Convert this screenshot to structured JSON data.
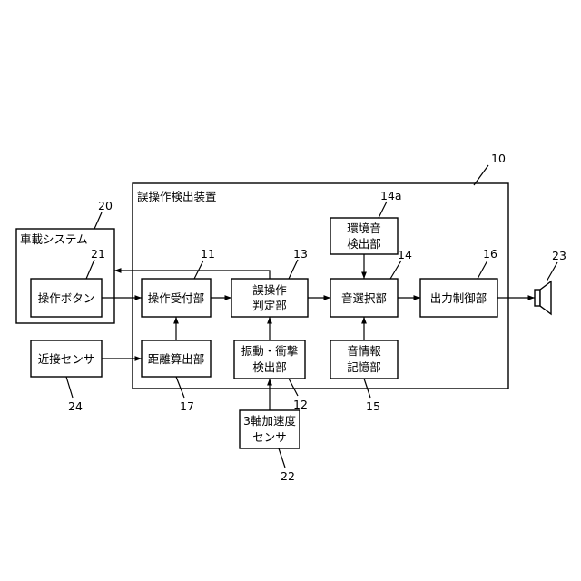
{
  "device": {
    "title": "誤操作検出装置",
    "ref": "10"
  },
  "vehicle": {
    "title": "車載システム",
    "ref": "20"
  },
  "blocks": {
    "op_button": {
      "lines": [
        "操作ボタン"
      ],
      "ref": "21"
    },
    "op_accept": {
      "lines": [
        "操作受付部"
      ],
      "ref": "11"
    },
    "misop_judge": {
      "lines": [
        "誤操作",
        "判定部"
      ],
      "ref": "13"
    },
    "env_sound": {
      "lines": [
        "環境音",
        "検出部"
      ],
      "ref": "14a"
    },
    "sound_select": {
      "lines": [
        "音選択部"
      ],
      "ref": "14"
    },
    "output_ctrl": {
      "lines": [
        "出力制御部"
      ],
      "ref": "16"
    },
    "prox_sensor": {
      "lines": [
        "近接センサ"
      ],
      "ref": "24"
    },
    "dist_calc": {
      "lines": [
        "距離算出部"
      ],
      "ref": "17"
    },
    "vib_detect": {
      "lines": [
        "振動・衝撃",
        "検出部"
      ],
      "ref": "12"
    },
    "sound_info": {
      "lines": [
        "音情報",
        "記憶部"
      ],
      "ref": "15"
    },
    "accel_sensor": {
      "lines": [
        "3軸加速度",
        "センサ"
      ],
      "ref": "22"
    }
  },
  "speaker": {
    "ref": "23"
  }
}
